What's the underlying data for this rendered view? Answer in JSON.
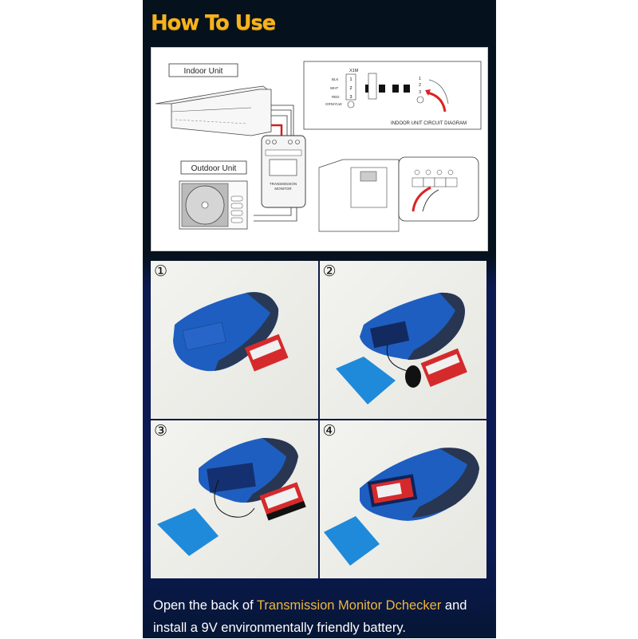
{
  "title": "How To Use",
  "diagram": {
    "indoor_label": "Indoor Unit",
    "outdoor_label": "Outdoor Unit",
    "circuit": {
      "terminal_block": "X1M",
      "wires": [
        "BLK",
        "WHT",
        "RED",
        "GRN/YLW"
      ],
      "terminals": [
        "1",
        "2",
        "3"
      ],
      "caption": "INDOOR UNIT CIRCUIT DIAGRAM"
    },
    "device_label": "TRANSMISSION MONITOR"
  },
  "steps": [
    {
      "number": "①",
      "description": "Closed device with 9V battery beside"
    },
    {
      "number": "②",
      "description": "Battery cover removed, connector out"
    },
    {
      "number": "③",
      "description": "Battery connected to clip"
    },
    {
      "number": "④",
      "description": "Battery inserted in compartment"
    }
  ],
  "caption": {
    "prefix": "Open the back of ",
    "highlight": "Transmission Monitor Dchecker",
    "suffix": " and install a 9V environmentally friendly battery."
  },
  "colors": {
    "title": "#f7b21d",
    "highlight": "#f0b73c",
    "background_top": "#05111c",
    "background_bottom": "#0b1a55",
    "device_blue": "#1f5fc0",
    "battery_red": "#d42a2a"
  }
}
